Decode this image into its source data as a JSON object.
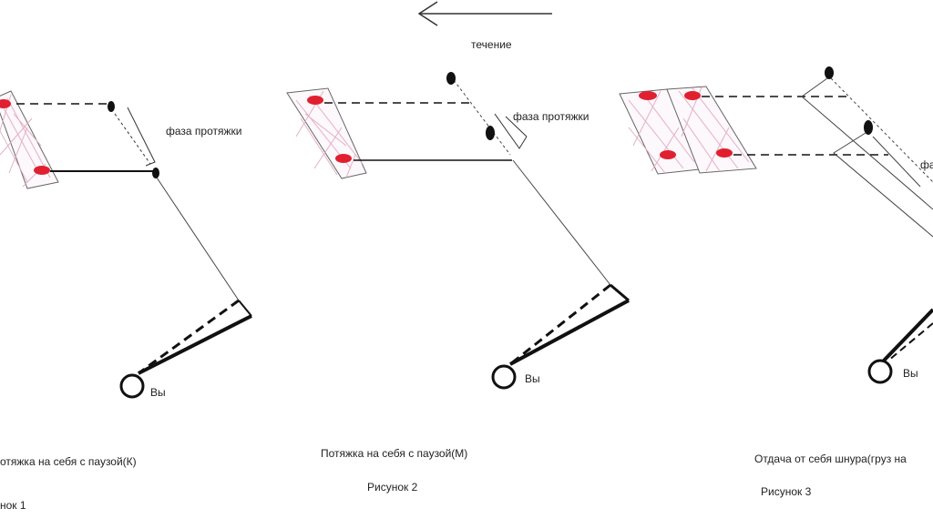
{
  "labels": {
    "current": "течение",
    "phase_1": "фаза протяжки",
    "phase_2": "фаза протяжки",
    "phase_3": "фа",
    "you_1": "Вы",
    "you_2": "Вы",
    "you_3": "Вы"
  },
  "captions": {
    "fig1_caption": "отяжка на себя с паузой(К)",
    "fig1_number": "нок 1",
    "fig2_caption": "Потяжка на себя с паузой(М)",
    "fig2_number": "Рисунок 2",
    "fig3_caption": "Отдача от себя шнура(груз на",
    "fig3_number": "Рисунок 3"
  },
  "colors": {
    "line": "#111111",
    "net_line": "#e6b3c8",
    "float": "#e02030"
  }
}
